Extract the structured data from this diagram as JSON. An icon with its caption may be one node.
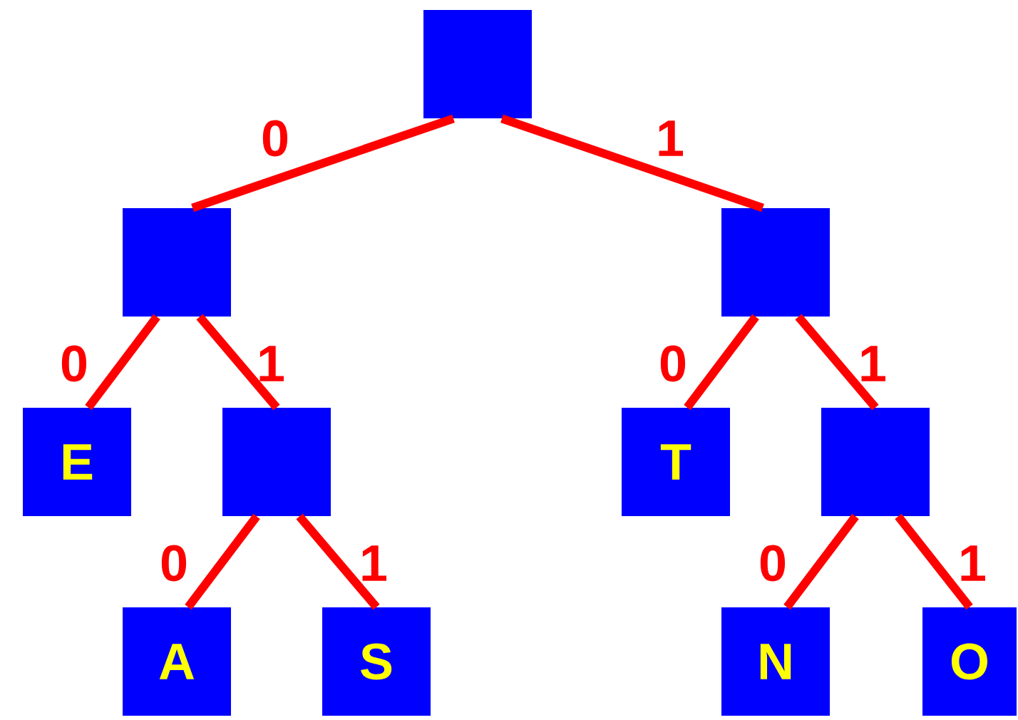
{
  "diagram": {
    "nodes": [
      {
        "text": [],
        "shape": "box"
      },
      {
        "text": [],
        "shape": "box"
      },
      {
        "text": [],
        "shape": "box"
      },
      {
        "text": [
          "E"
        ]
      },
      {
        "text": [],
        "shape": "box"
      },
      {
        "text": [
          "T"
        ]
      },
      {
        "text": [],
        "shape": "box"
      },
      {
        "text": [
          "A"
        ]
      },
      {
        "text": [
          "S"
        ]
      },
      {
        "text": [
          "N"
        ]
      },
      {
        "text": [
          "O"
        ]
      }
    ],
    "edges": [
      {
        "from": 0,
        "to": 1,
        "arrow": "none",
        "label": "0"
      },
      {
        "from": 0,
        "to": 2,
        "arrow": "none",
        "label": "1"
      },
      {
        "from": 1,
        "to": 3,
        "arrow": "none",
        "label": "0"
      },
      {
        "from": 1,
        "to": 4,
        "arrow": "none",
        "label": "1"
      },
      {
        "from": 2,
        "to": 5,
        "arrow": "none",
        "label": "0"
      },
      {
        "from": 2,
        "to": 6,
        "arrow": "none",
        "label": "1"
      },
      {
        "from": 4,
        "to": 7,
        "arrow": "none",
        "label": "0"
      },
      {
        "from": 4,
        "to": 8,
        "arrow": "none",
        "label": "1"
      },
      {
        "from": 6,
        "to": 9,
        "arrow": "none",
        "label": "0"
      },
      {
        "from": 6,
        "to": 10,
        "arrow": "none",
        "label": "1"
      }
    ]
  }
}
